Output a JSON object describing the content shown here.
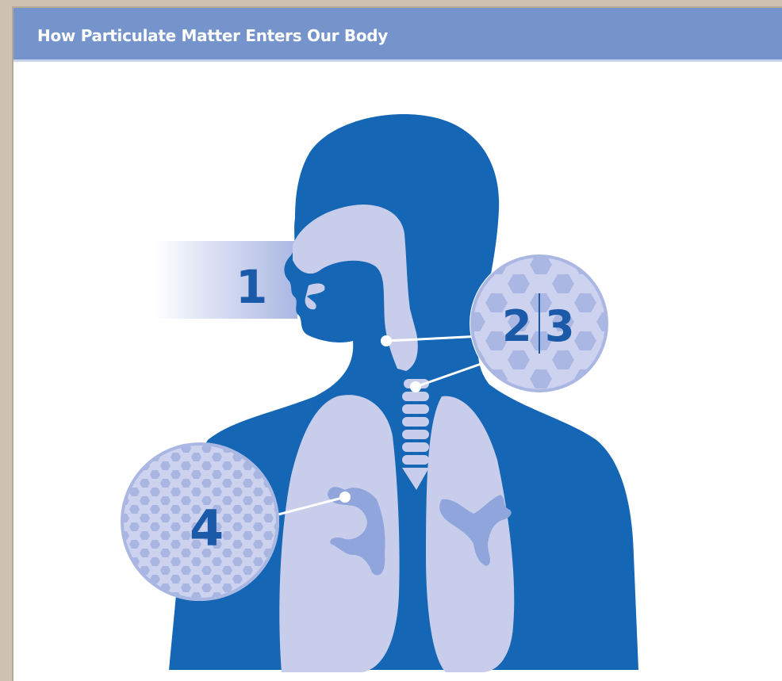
{
  "header": {
    "title": "How Particulate Matter Enters Our Body"
  },
  "diagram": {
    "markers": [
      {
        "id": "1",
        "label": "1"
      },
      {
        "id": "2",
        "label": "2"
      },
      {
        "id": "3",
        "label": "3"
      },
      {
        "id": "4",
        "label": "4"
      }
    ]
  },
  "colors": {
    "header_bg": "#7694cc",
    "body_blue": "#1566b4",
    "light_blue": "#c8cdeb",
    "mid_blue": "#8fa5dc",
    "number_blue": "#1a5aa8"
  }
}
